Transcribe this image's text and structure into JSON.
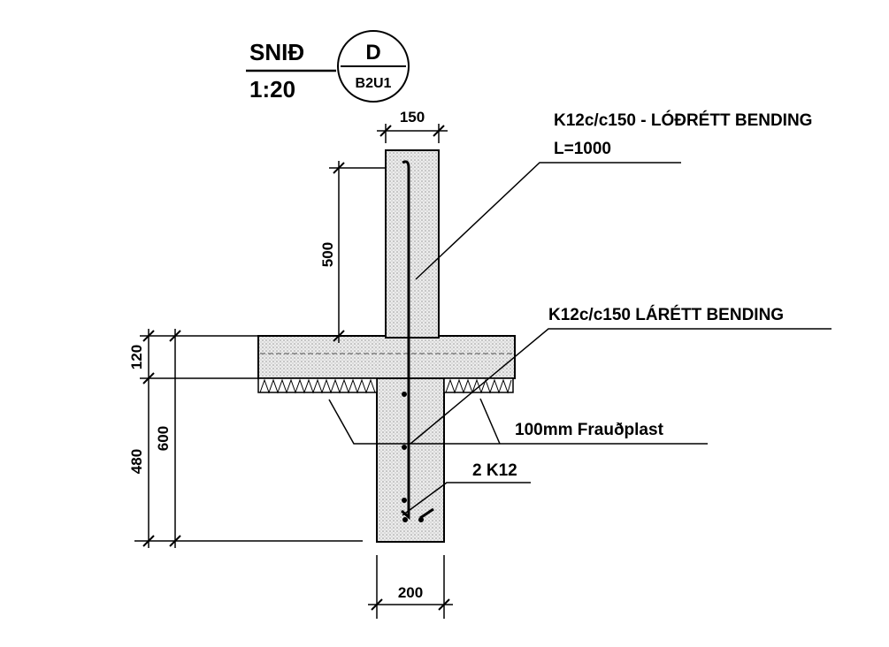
{
  "title": {
    "section": "SNIÐ",
    "scale": "1:20",
    "marker_letter": "D",
    "marker_sheet": "B2U1"
  },
  "callouts": {
    "vertical_rebar": "K12c/c150 - LÓÐRÉTT BENDING",
    "vertical_length": "L=1000",
    "horizontal_rebar": "K12c/c150 LÁRÉTT BENDING",
    "insulation": "100mm Frauðplast",
    "bottom_bars": "2 K12"
  },
  "dimensions": {
    "wall_width": "150",
    "wall_height": "500",
    "slab_thickness": "120",
    "footing_height": "480",
    "total_height": "600",
    "footing_width": "200"
  },
  "colors": {
    "ink": "#000000",
    "concrete_fill": "#d9d9d9",
    "background": "#ffffff"
  }
}
